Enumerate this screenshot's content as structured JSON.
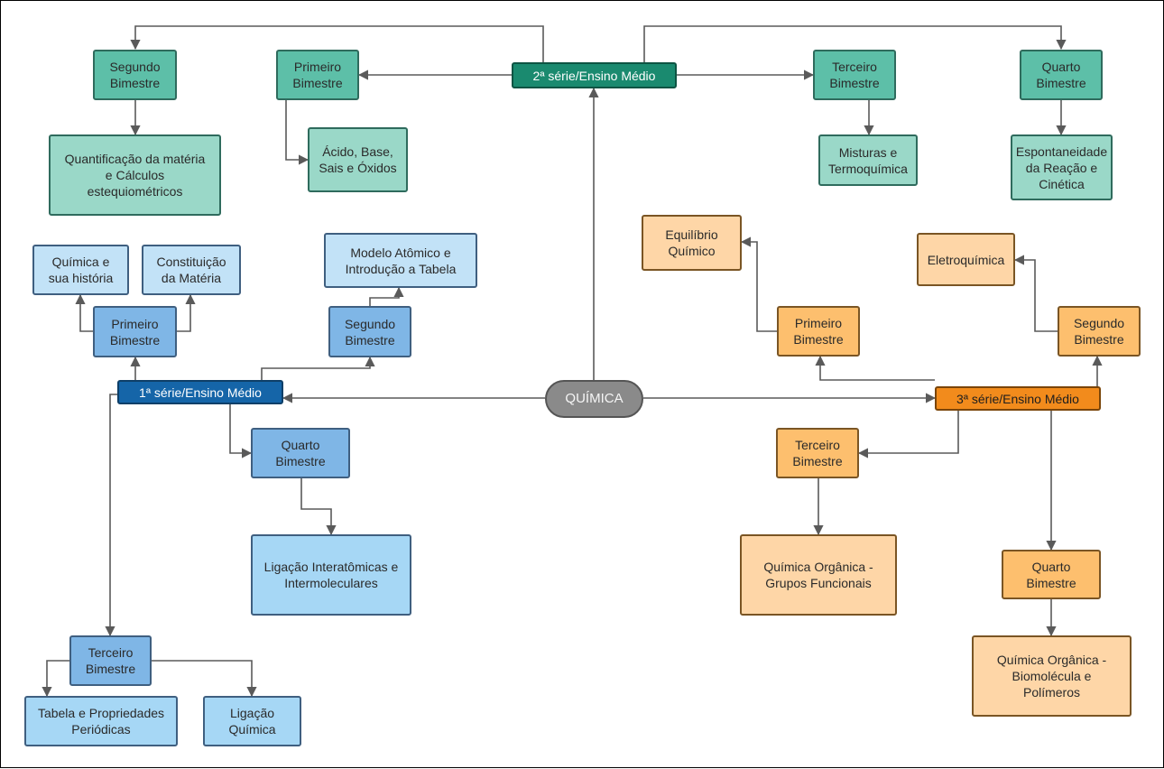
{
  "colors": {
    "root": "#8a8a8a",
    "serie1_header": "#1565a8",
    "serie1_bimestre": "#7fb6e6",
    "serie1_topic": "#a6d7f5",
    "serie2_header": "#1a8a6f",
    "serie2_bimestre": "#5dbfa8",
    "serie2_topic": "#9ad8c8",
    "serie3_header": "#f28b1c",
    "serie3_bimestre": "#fdbf6e",
    "serie3_topic": "#fed6a7",
    "connector": "#5a5a5a"
  },
  "root": {
    "label": "QUÍMICA"
  },
  "serie1": {
    "header": "1ª série/Ensino Médio",
    "b1": {
      "label": [
        "Primeiro",
        "Bimestre"
      ],
      "topics": [
        [
          "Química e",
          "sua história"
        ],
        [
          "Constituição",
          "da Matéria"
        ]
      ]
    },
    "b2": {
      "label": [
        "Segundo",
        "Bimestre"
      ],
      "topics": [
        [
          "Modelo Atômico e",
          "Introdução a Tabela"
        ]
      ]
    },
    "b3": {
      "label": [
        "Terceiro",
        "Bimestre"
      ],
      "topics": [
        [
          "Tabela e Propriedades",
          "Periódicas"
        ],
        [
          "Ligação",
          "Química"
        ]
      ]
    },
    "b4": {
      "label": [
        "Quarto",
        "Bimestre"
      ],
      "topics": [
        [
          "Ligação Interatômicas e",
          "Intermoleculares"
        ]
      ]
    }
  },
  "serie2": {
    "header": "2ª série/Ensino Médio",
    "b1": {
      "label": [
        "Primeiro",
        "Bimestre"
      ],
      "topics": [
        [
          "Ácido, Base,",
          "Sais e Óxidos"
        ]
      ]
    },
    "b2": {
      "label": [
        "Segundo",
        "Bimestre"
      ],
      "topics": [
        [
          "Quantificação da matéria",
          "e Cálculos",
          "estequiométricos"
        ]
      ]
    },
    "b3": {
      "label": [
        "Terceiro",
        "Bimestre"
      ],
      "topics": [
        [
          "Misturas e",
          "Termoquímica"
        ]
      ]
    },
    "b4": {
      "label": [
        "Quarto",
        "Bimestre"
      ],
      "topics": [
        [
          "Espontaneidade",
          "da Reação e",
          "Cinética"
        ]
      ]
    }
  },
  "serie3": {
    "header": "3ª série/Ensino Médio",
    "b1": {
      "label": [
        "Primeiro",
        "Bimestre"
      ],
      "topics": [
        [
          "Equilíbrio",
          "Químico"
        ]
      ]
    },
    "b2": {
      "label": [
        "Segundo",
        "Bimestre"
      ],
      "topics": [
        [
          "Eletroquímica"
        ]
      ]
    },
    "b3": {
      "label": [
        "Terceiro",
        "Bimestre"
      ],
      "topics": [
        [
          "Química Orgânica -",
          "Grupos Funcionais"
        ]
      ]
    },
    "b4": {
      "label": [
        "Quarto",
        "Bimestre"
      ],
      "topics": [
        [
          "Química Orgânica -",
          "Biomolécula e",
          "Polímeros"
        ]
      ]
    }
  }
}
